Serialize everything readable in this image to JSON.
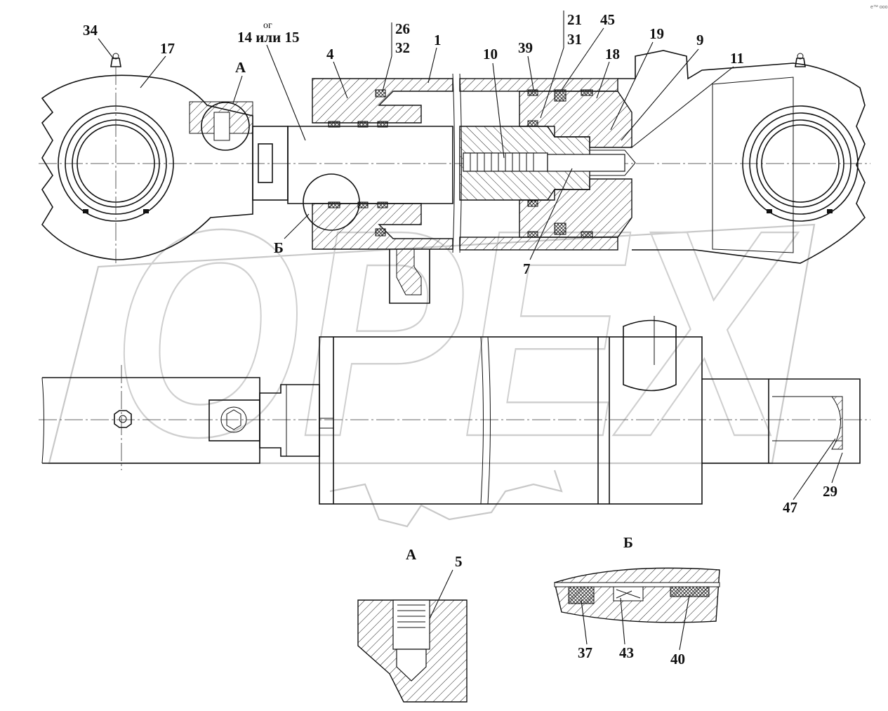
{
  "watermark": "OPEX",
  "corner_mark": "e™ ooo",
  "callouts": {
    "c34": "34",
    "c17": "17",
    "c14_prefix": "ог",
    "c14": "14 или 15",
    "cA": "А",
    "cB": "Б",
    "c4": "4",
    "c26": "26",
    "c32": "32",
    "c1": "1",
    "c10": "10",
    "c39": "39",
    "c21": "21",
    "c31": "31",
    "c45": "45",
    "c18": "18",
    "c19": "19",
    "c9": "9",
    "c11": "11",
    "c7": "7",
    "c47": "47",
    "c29": "29"
  },
  "detail_a": {
    "title": "А",
    "c5": "5"
  },
  "detail_b": {
    "title": "Б",
    "c37": "37",
    "c43": "43",
    "c40": "40"
  }
}
